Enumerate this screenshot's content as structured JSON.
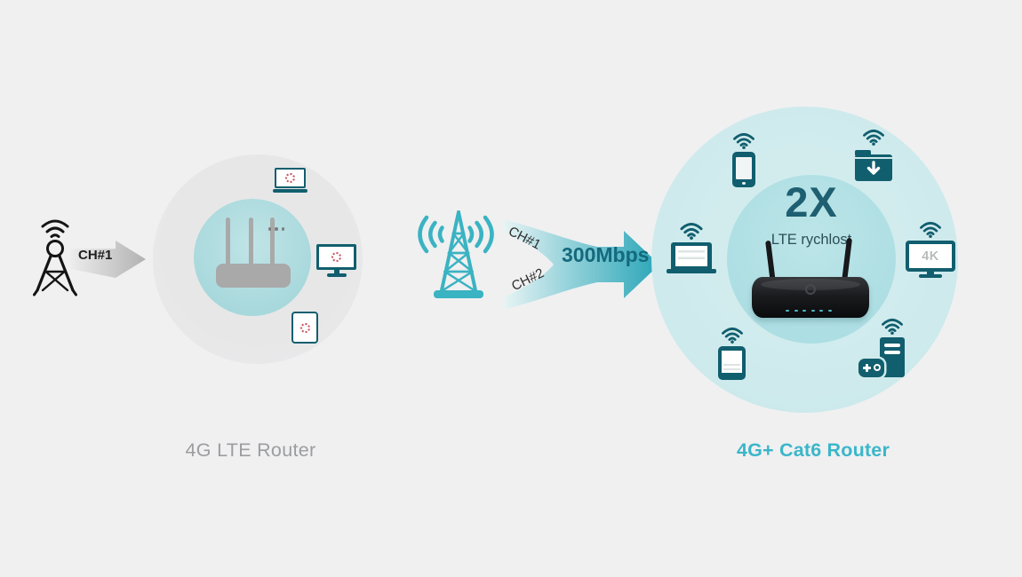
{
  "scene": {
    "background": "#f0f0f1",
    "left": {
      "tower_icon": "cell-tower-icon",
      "signal_label": "CH#1",
      "caption": "4G LTE Router",
      "caption_color": "#9c9da0",
      "router_color": "#a9a9a9",
      "circle_color": "#e9e9ea",
      "inner_circle_color": "#a5d7db",
      "device_color": "#115e6e",
      "spinner_color": "#c94f5a",
      "devices": [
        {
          "icon": "laptop-icon",
          "status": "buffering"
        },
        {
          "icon": "monitor-icon",
          "status": "buffering"
        },
        {
          "icon": "tablet-icon",
          "status": "buffering"
        }
      ]
    },
    "middle": {
      "tower_icon": "radio-tower-icon",
      "tower_color": "#3ab3c2",
      "channel1_label": "CH#1",
      "channel2_label": "CH#2",
      "speed_label": "300Mbps",
      "speed_color": "#14697d",
      "arrow_color_start": "#e8f4f5",
      "arrow_color_end": "#2aa5b8"
    },
    "right": {
      "multiplier_label": "2X",
      "subtitle_label": "LTE rychlost",
      "caption": "4G+ Cat6 Router",
      "caption_color": "#3bb6c9",
      "tv_badge": "4K",
      "outer_circle_color": "#cfeaeb",
      "inner_circle_color": "#aadde2",
      "device_color": "#115e6e",
      "router_icon": "black-router-photo",
      "devices": [
        {
          "icon": "smartphone-icon"
        },
        {
          "icon": "folder-download-icon"
        },
        {
          "icon": "laptop-icon"
        },
        {
          "icon": "tv-4k-icon"
        },
        {
          "icon": "tablet-icon"
        },
        {
          "icon": "gaming-pc-icon"
        }
      ]
    }
  }
}
